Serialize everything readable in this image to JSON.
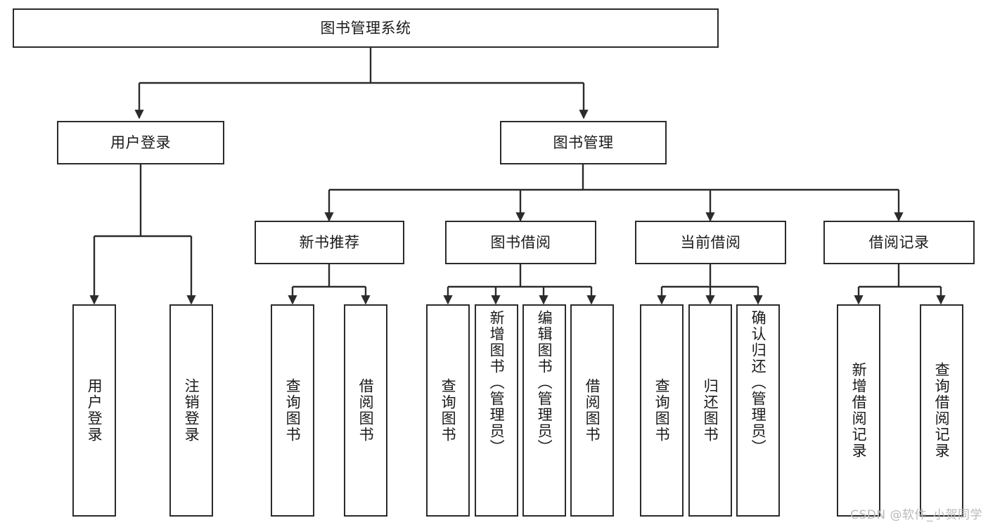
{
  "diagram": {
    "title": "图书管理系统",
    "type": "tree-hierarchy",
    "watermark": "CSDN @软件_小贺同学",
    "colors": {
      "stroke": "#2b2b2b",
      "fill": "#ffffff",
      "text": "#1a1a1a",
      "watermark": "#b9b9b9"
    },
    "root": {
      "label": "图书管理系统"
    },
    "level2": [
      {
        "label": "用户登录"
      },
      {
        "label": "图书管理"
      }
    ],
    "level3": [
      {
        "label": "新书推荐"
      },
      {
        "label": "图书借阅"
      },
      {
        "label": "当前借阅"
      },
      {
        "label": "借阅记录"
      }
    ],
    "leaves": {
      "user_login": [
        {
          "label": "用户登录"
        },
        {
          "label": "注销登录"
        }
      ],
      "new_book_rec": [
        {
          "label": "查询图书"
        },
        {
          "label": "借阅图书"
        }
      ],
      "book_borrow": [
        {
          "label": "查询图书"
        },
        {
          "label": "新增图书（管理员）"
        },
        {
          "label": "编辑图书（管理员）"
        },
        {
          "label": "借阅图书"
        }
      ],
      "current_borrow": [
        {
          "label": "查询图书"
        },
        {
          "label": "归还图书"
        },
        {
          "label": "确认归还（管理员）"
        }
      ],
      "borrow_records": [
        {
          "label": "新增借阅记录"
        },
        {
          "label": "查询借阅记录"
        }
      ]
    }
  }
}
